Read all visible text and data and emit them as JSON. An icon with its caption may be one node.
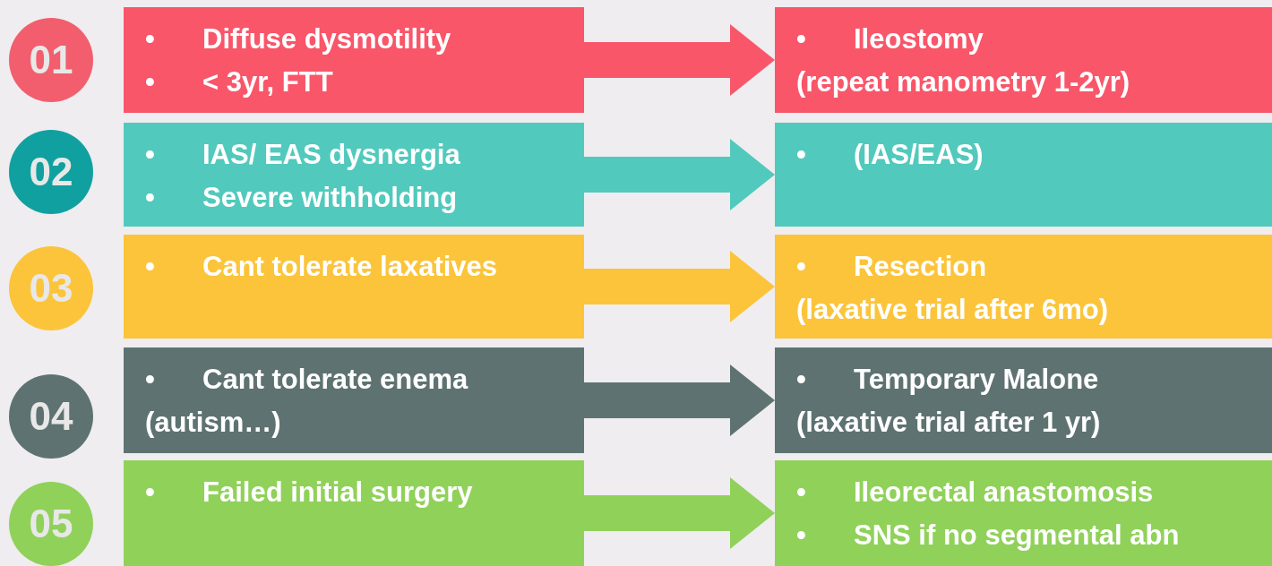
{
  "diagram": {
    "nodes": [
      {
        "text": [
          "01"
        ]
      },
      {
        "text": [
          "•\tDiffuse dysmotility",
          "•\t< 3yr, FTT"
        ]
      },
      {
        "text": [
          "•\tIleostomy",
          "(repeat manometry 1-2yr)"
        ]
      },
      {
        "text": [
          "02"
        ]
      },
      {
        "text": [
          "•\tIAS/ EAS dysnergia",
          "•\tSevere withholding"
        ]
      },
      {
        "text": [
          "•\t(IAS/EAS)"
        ]
      },
      {
        "text": [
          "03"
        ]
      },
      {
        "text": [
          "•\tCant tolerate laxatives"
        ]
      },
      {
        "text": [
          "•\tResection",
          "(laxative trial after 6mo)"
        ]
      },
      {
        "text": [
          "04"
        ]
      },
      {
        "text": [
          "•\tCant tolerate enema",
          "(autism…)"
        ]
      },
      {
        "text": [
          "•\tTemporary Malone",
          "(laxative trial after 1 yr)"
        ]
      },
      {
        "text": [
          "05"
        ]
      },
      {
        "text": [
          "•\tFailed initial surgery"
        ]
      },
      {
        "text": [
          "•\tIleorectal anastomosis",
          "•\tSNS if no segmental abn"
        ]
      }
    ],
    "edges": [
      {
        "from": 1,
        "to": 2,
        "arrow": "to",
        "style": "thick",
        "color": "#f9566a"
      },
      {
        "from": 4,
        "to": 5,
        "arrow": "to",
        "style": "thick",
        "color": "#52c9bd"
      },
      {
        "from": 7,
        "to": 8,
        "arrow": "to",
        "style": "thick",
        "color": "#fcc43a"
      },
      {
        "from": 10,
        "to": 11,
        "arrow": "to",
        "style": "thick",
        "color": "#5e7371"
      },
      {
        "from": 13,
        "to": 14,
        "arrow": "to",
        "style": "thick",
        "color": "#90d15a"
      }
    ]
  }
}
